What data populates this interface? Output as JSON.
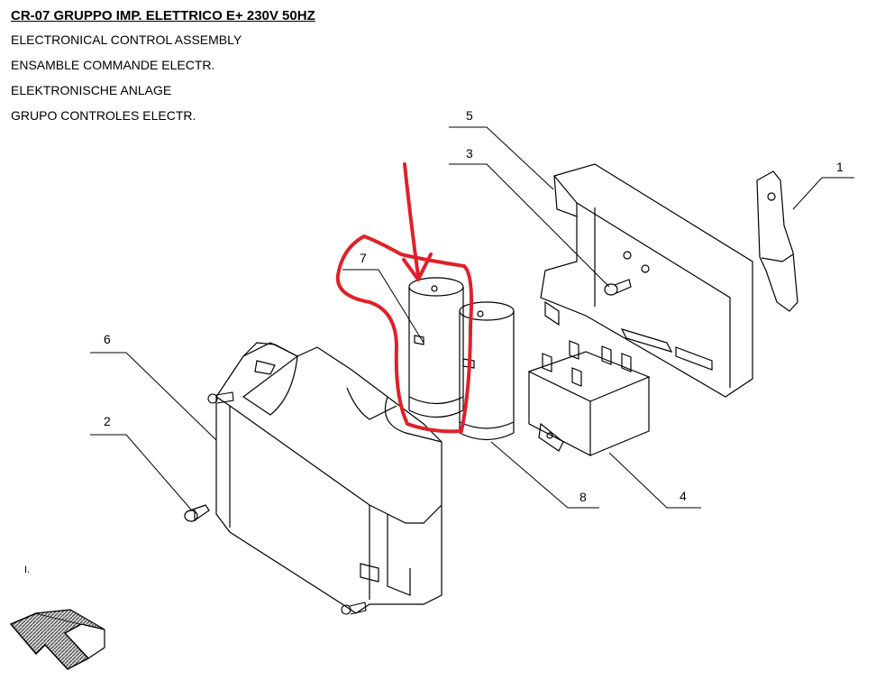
{
  "header": {
    "title": "CR-07 GRUPPO IMP. ELETTRICO E+ 230V 50HZ",
    "subtitles": [
      "ELECTRONICAL CONTROL ASSEMBLY",
      "ENSAMBLE COMMANDE ELECTR.",
      "ELEKTRONISCHE ANLAGE",
      "GRUPO CONTROLES ELECTR."
    ]
  },
  "callouts": {
    "c1": "1",
    "c2": "2",
    "c3": "3",
    "c4": "4",
    "c5": "5",
    "c6": "6",
    "c7": "7",
    "c8": "8"
  },
  "misc": {
    "corner_mark": "I."
  },
  "colors": {
    "highlight": "#e0202a",
    "line": "#000000",
    "hatch": "#555555"
  }
}
